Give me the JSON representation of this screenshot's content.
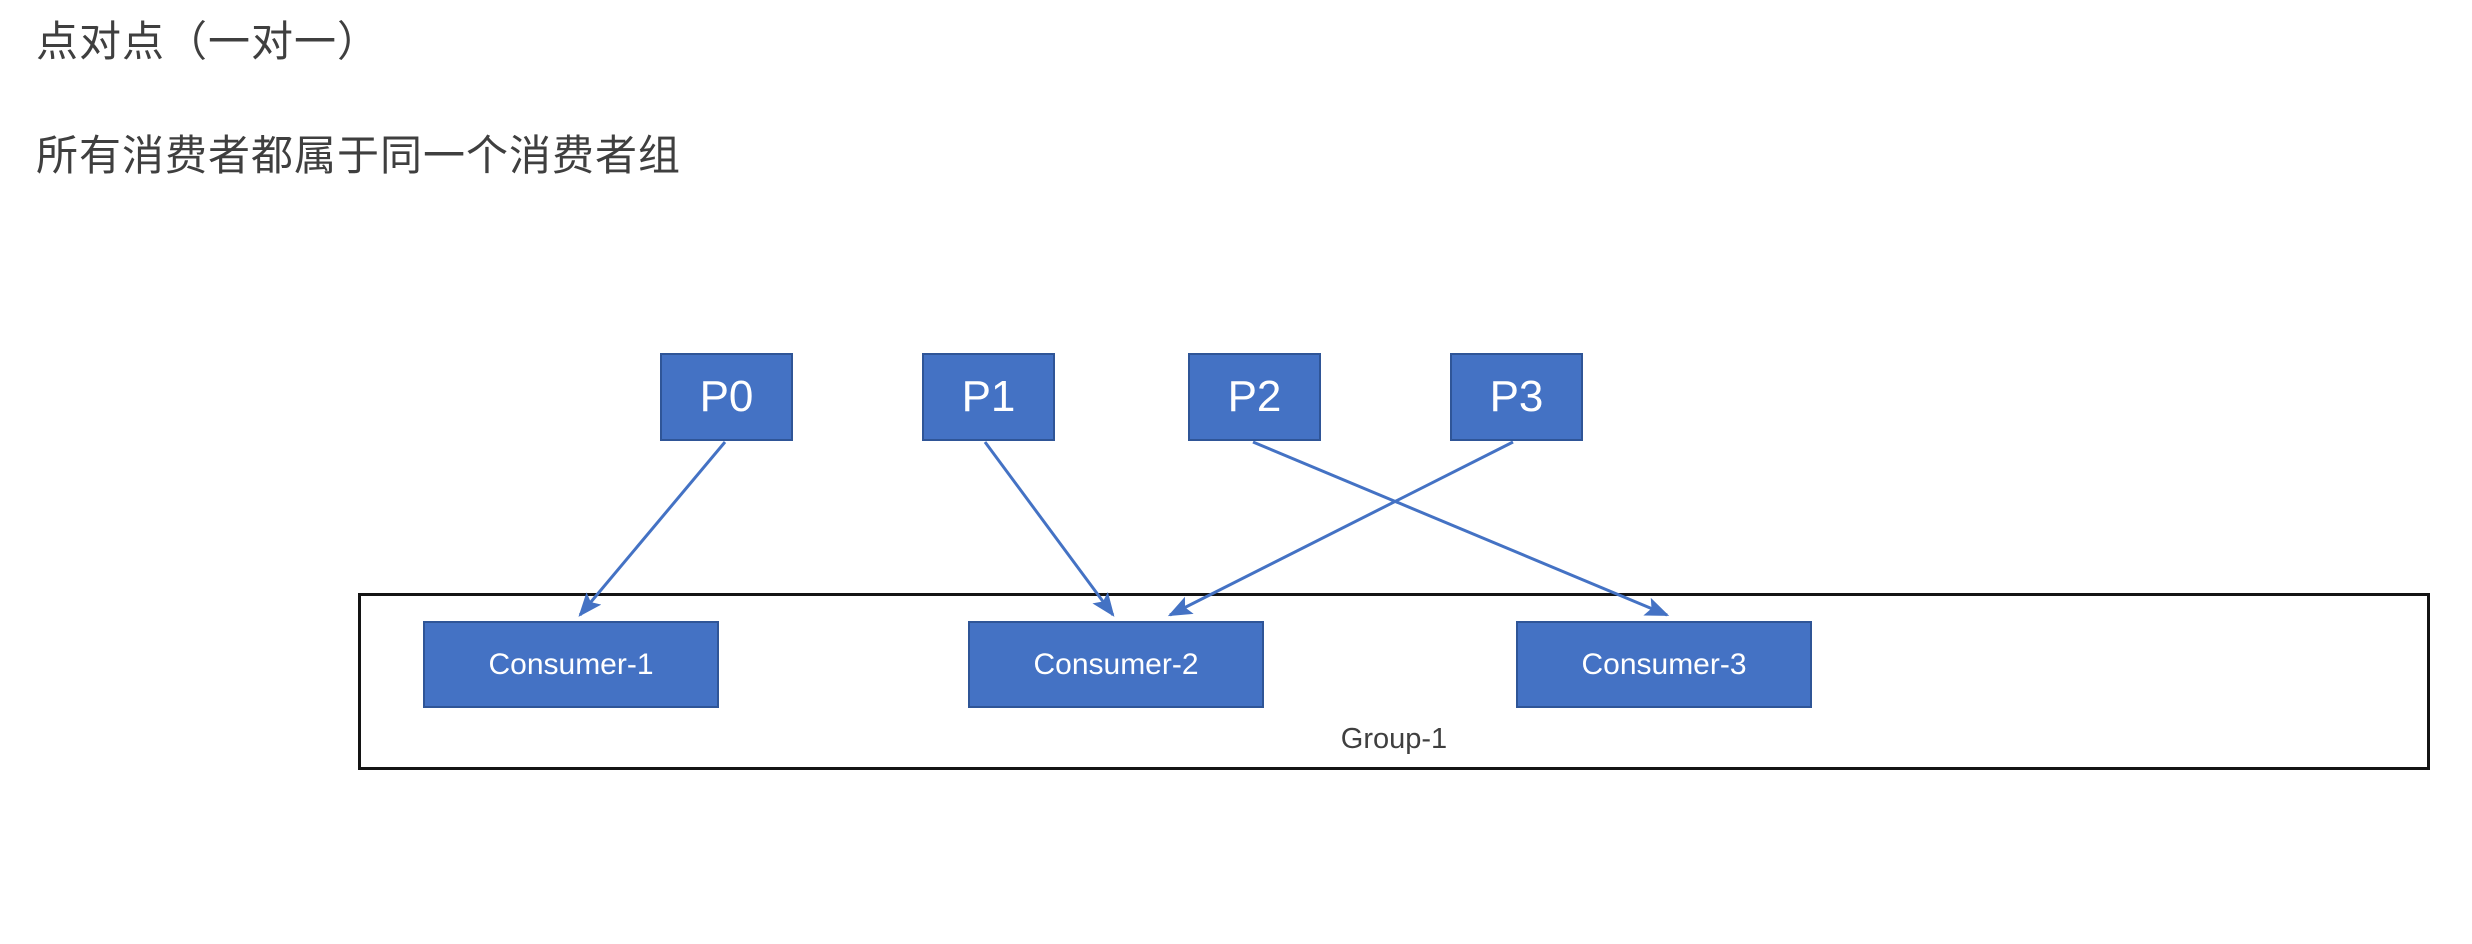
{
  "heading": {
    "title": "点对点（一对一）",
    "subtitle": "所有消费者都属于同一个消费者组"
  },
  "colors": {
    "box_fill": "#4472C4",
    "box_border": "#2F5597",
    "box_text": "#FFFFFF",
    "arrow": "#4472C4",
    "group_border": "#141414",
    "heading_text": "#3F3F3F",
    "background": "#FFFFFF"
  },
  "diagram": {
    "type": "point-to-point messaging topology",
    "partitions": [
      {
        "id": "p0",
        "label": "P0"
      },
      {
        "id": "p1",
        "label": "P1"
      },
      {
        "id": "p2",
        "label": "P2"
      },
      {
        "id": "p3",
        "label": "P3"
      }
    ],
    "group": {
      "label": "Group-1",
      "consumers": [
        {
          "id": "c1",
          "label": "Consumer-1"
        },
        {
          "id": "c2",
          "label": "Consumer-2"
        },
        {
          "id": "c3",
          "label": "Consumer-3"
        }
      ]
    },
    "assignments": [
      {
        "from": "P0",
        "to": "Consumer-1"
      },
      {
        "from": "P1",
        "to": "Consumer-2"
      },
      {
        "from": "P2",
        "to": "Consumer-3"
      },
      {
        "from": "P3",
        "to": "Consumer-2"
      }
    ]
  }
}
